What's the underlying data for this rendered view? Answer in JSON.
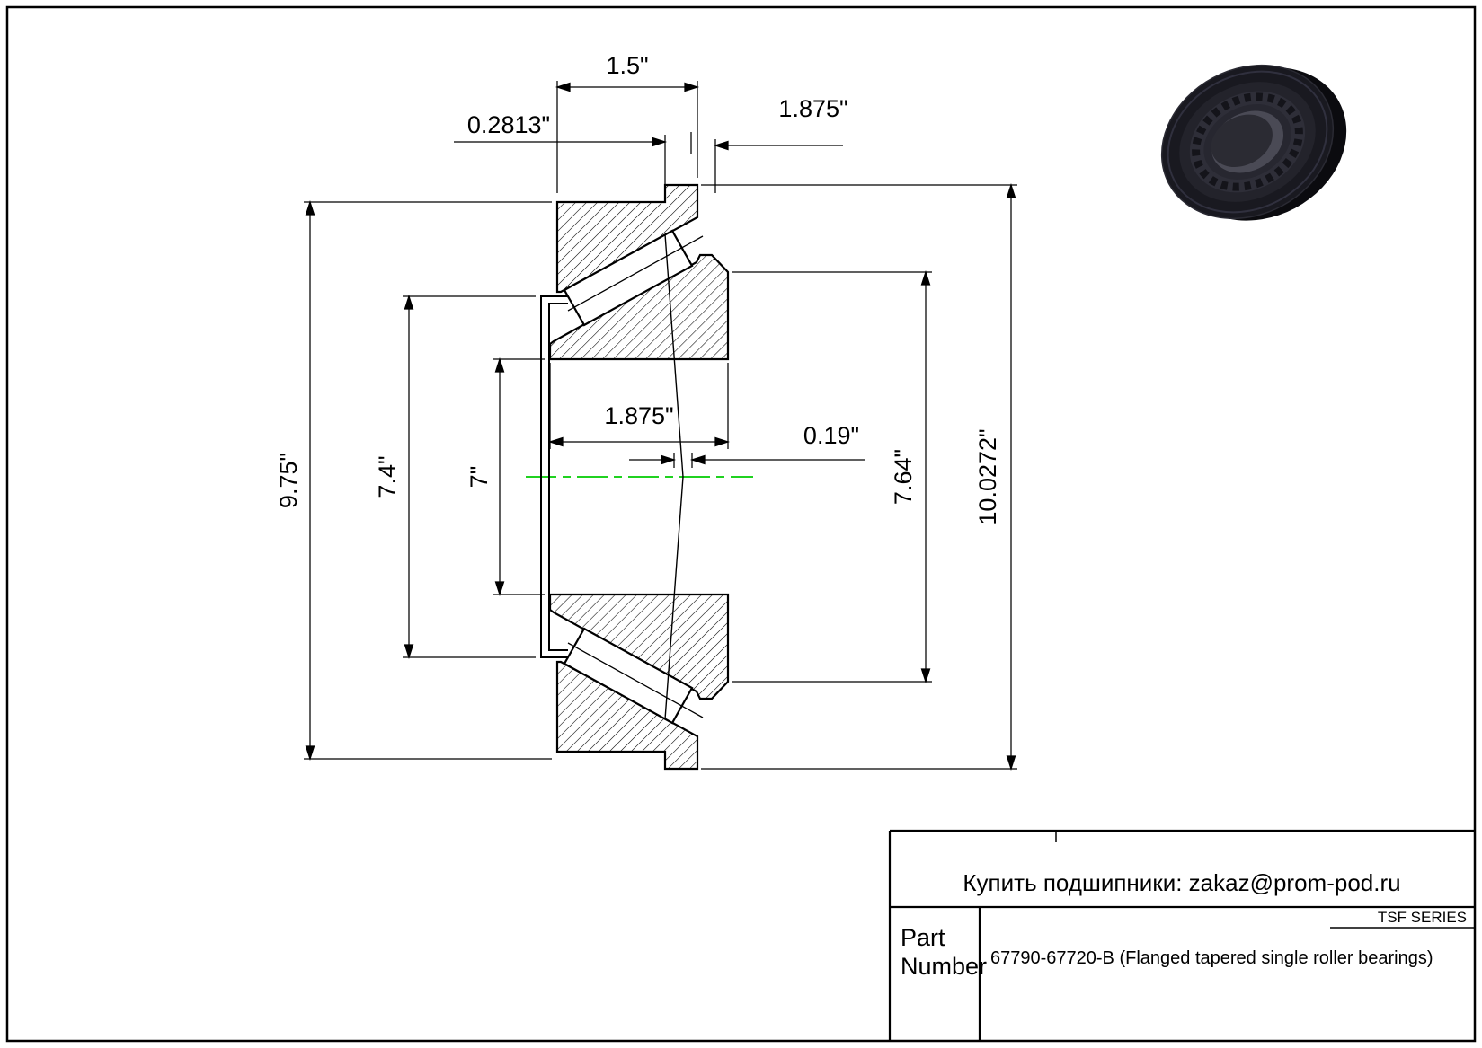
{
  "page": {
    "background": "#ffffff",
    "line_color": "#000000",
    "centerline_color": "#00cc00"
  },
  "dims": {
    "cup_width": "1.5\"",
    "flange_width": "0.2813\"",
    "overall_width": "1.875\"",
    "cup_od": "9.75\"",
    "sleeve_od": "7.4\"",
    "bore": "7\"",
    "cone_width": "1.875\"",
    "effective_center": "0.19\"",
    "rib_od": "7.64\"",
    "flange_od": "10.0272\""
  },
  "title_block": {
    "contact": "Купить подшипники: zakaz@prom-pod.ru",
    "series": "TSF SERIES",
    "part_label_line1": "Part",
    "part_label_line2": "Number",
    "part_number": "67790-67720-B (Flanged tapered single roller bearings)"
  },
  "product_image": {
    "name": "tapered-roller-bearing-3d-render"
  }
}
